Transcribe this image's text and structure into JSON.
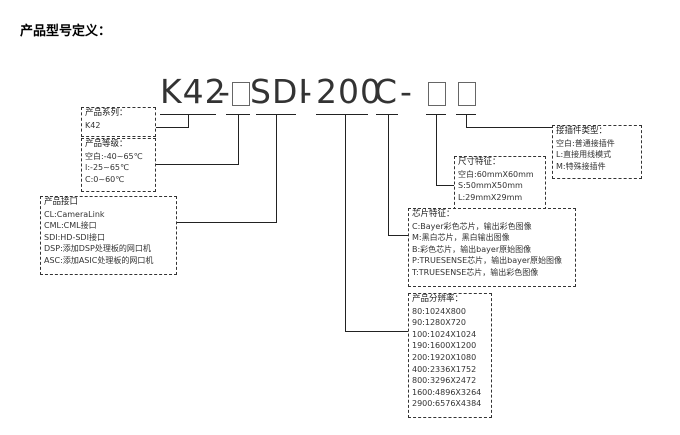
{
  "title": "产品型号定义：",
  "code": {
    "prefix": "K42",
    "dash1": "-",
    "series": "SDI",
    "dash2": "-",
    "resolution": "200",
    "color": "C",
    "dash3": "-"
  },
  "boxes": {
    "series": {
      "header": "产品系列：",
      "items": [
        "K42"
      ]
    },
    "grade": {
      "header": "产品等级：",
      "items": [
        "空白:-40~65℃",
        "I:-25~65℃",
        "C:0~60℃"
      ]
    },
    "interface": {
      "header": "产品接口",
      "items": [
        "CL:CameraLink",
        "CML:CML接口",
        "SDI:HD-SDI接口",
        "DSP:添加DSP处理板的网口机",
        "ASC:添加ASIC处理板的网口机"
      ]
    },
    "plug": {
      "header": "接插件类型：",
      "items": [
        "空白:普通接插件",
        "L:直接用线模式",
        "M:特殊接插件"
      ]
    },
    "size": {
      "header": "尺寸特征：",
      "items": [
        "空白:60mmX60mm",
        "S:50mmX50mm",
        "L:29mmX29mm"
      ]
    },
    "chip": {
      "header": "芯片特征：",
      "items": [
        "C:Bayer彩色芯片，输出彩色图像",
        "M:黑白芯片，黑白输出图像",
        "B:彩色芯片，输出bayer原始图像",
        "P:TRUESENSE芯片，输出bayer原始图像",
        "T:TRUESENSE芯片，输出彩色图像"
      ]
    },
    "resolution": {
      "header": "产品分辨率：",
      "items": [
        "80:1024X800",
        "90:1280X720",
        "100:1024X1024",
        "190:1600X1200",
        "200:1920X1080",
        "400:2336X1752",
        "800:3296X2472",
        "1600:4896X3264",
        "2900:6576X4384"
      ]
    }
  }
}
